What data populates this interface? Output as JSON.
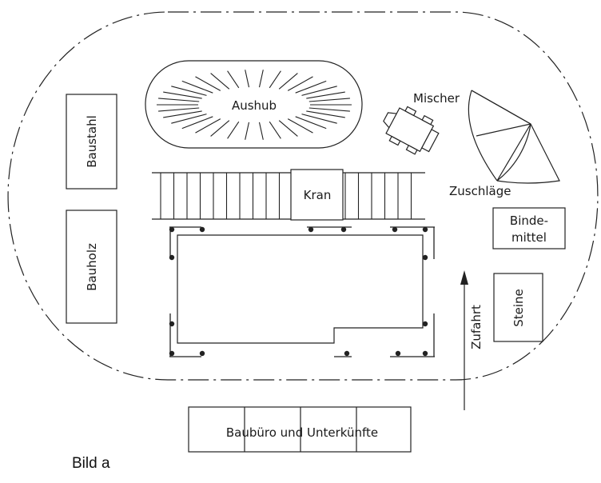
{
  "diagram": {
    "caption": "Bild a",
    "labels": {
      "aushub": "Aushub",
      "mischer": "Mischer",
      "zuschlaege": "Zuschläge",
      "baustahl": "Baustahl",
      "bauholz": "Bauholz",
      "kran": "Kran",
      "bindemittel_line1": "Binde-",
      "bindemittel_line2": "mittel",
      "steine": "Steine",
      "zufahrt": "Zufahrt",
      "baubuero": "Baubüro und Unterkünfte"
    }
  }
}
